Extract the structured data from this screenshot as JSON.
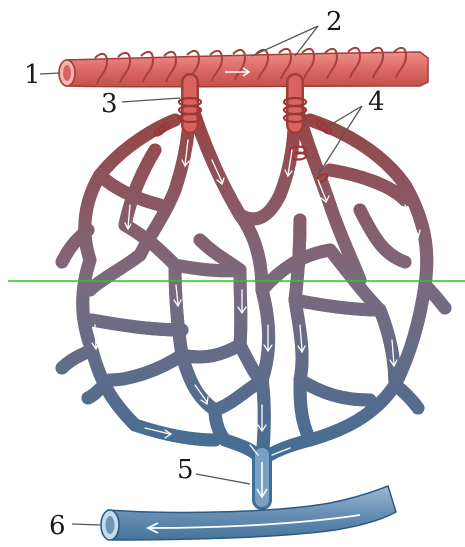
{
  "labels": {
    "l1": "1",
    "l2": "2",
    "l3": "3",
    "l4": "4",
    "l5": "5",
    "l6": "6"
  },
  "colors": {
    "arteriole": "#d9645f",
    "arteriole_dark": "#a13d3b",
    "venule": "#6f95b8",
    "venule_dark": "#3f6e96",
    "flow_arrow": "#ffffff",
    "reference_line": "#22cc22"
  }
}
